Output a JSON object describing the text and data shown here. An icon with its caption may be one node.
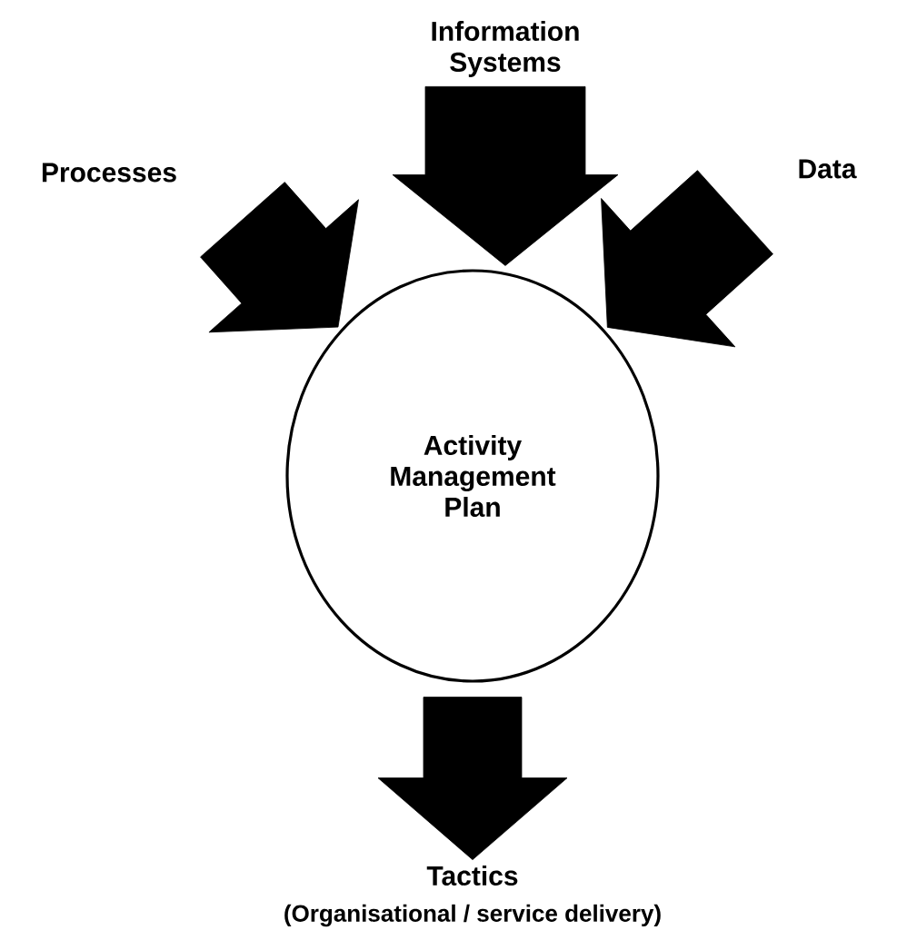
{
  "diagram": {
    "nodes": [
      {
        "text": [
          "Information Systems"
        ]
      },
      {
        "text": [
          "Processes"
        ]
      },
      {
        "text": [
          "Data"
        ]
      },
      {
        "text": [
          "Activity Management Plan"
        ]
      },
      {
        "text": [
          "Tactics"
        ],
        "beside": [
          "(Organisational / service delivery)"
        ]
      }
    ],
    "edges": [
      {
        "from": 0,
        "to": 3,
        "arrow": "to"
      },
      {
        "from": 1,
        "to": 3,
        "arrow": "to"
      },
      {
        "from": 2,
        "to": 3,
        "arrow": "to"
      },
      {
        "from": 3,
        "to": 4,
        "arrow": "to"
      }
    ]
  }
}
